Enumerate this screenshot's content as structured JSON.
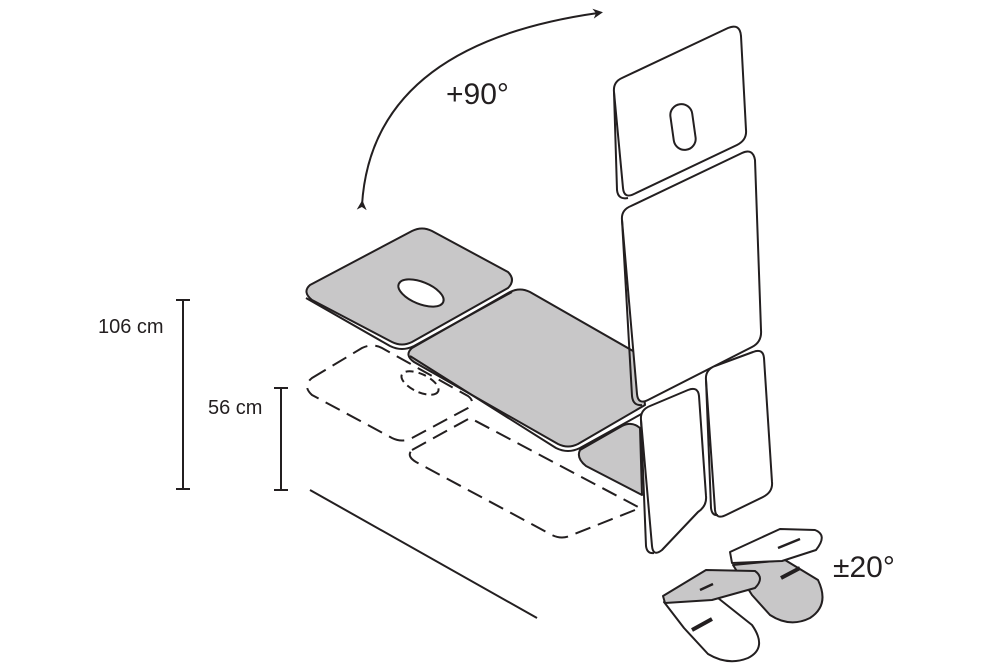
{
  "labels": {
    "rotation_back": "+90°",
    "height_max": "106 cm",
    "height_min": "56 cm",
    "rotation_foot": "±20°"
  },
  "colors": {
    "line": "#231f20",
    "fill_gray": "#c8c7c8",
    "fill_white": "#ffffff"
  }
}
